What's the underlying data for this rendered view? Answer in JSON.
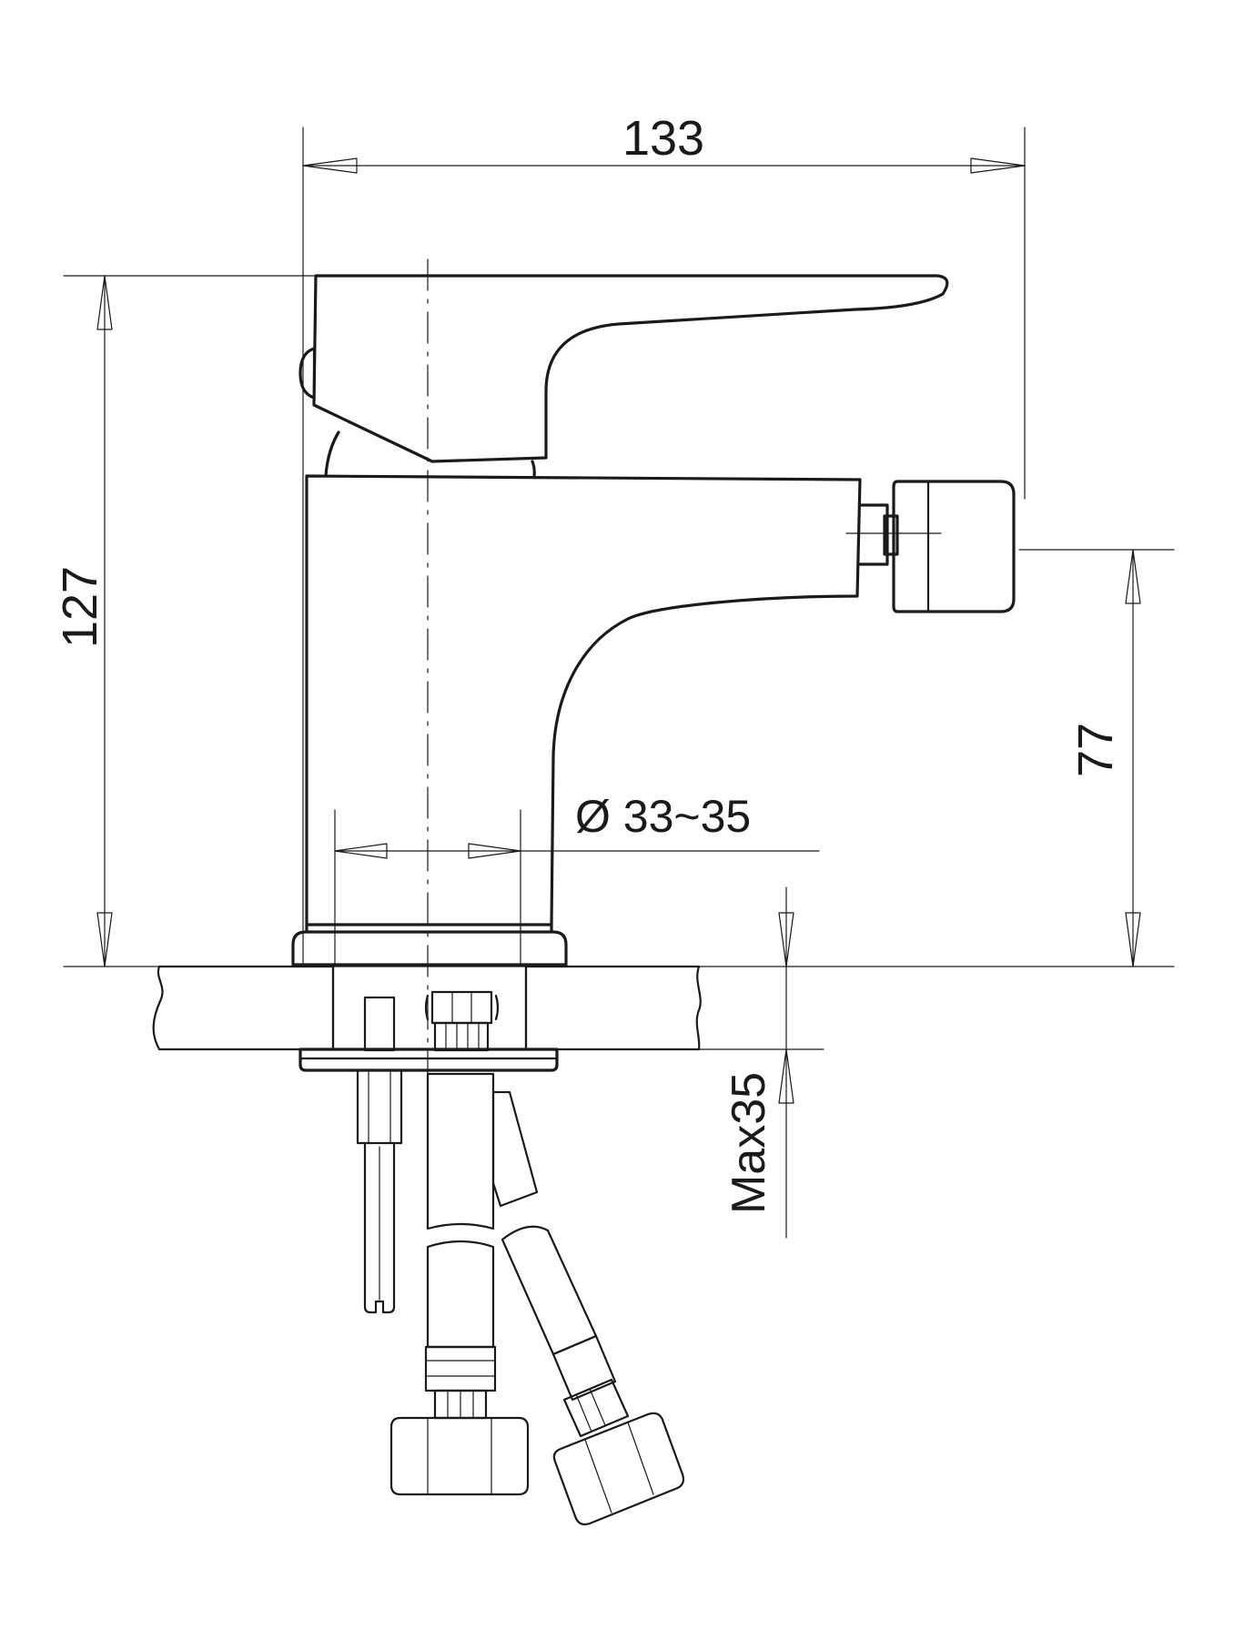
{
  "dimensions": {
    "width": "133",
    "height": "127",
    "spout_height": "77",
    "hole_diameter": "Ø 33~35",
    "max_deck_thickness": "Max35"
  },
  "colors": {
    "line": "#1a1a1a",
    "background": "#ffffff"
  }
}
